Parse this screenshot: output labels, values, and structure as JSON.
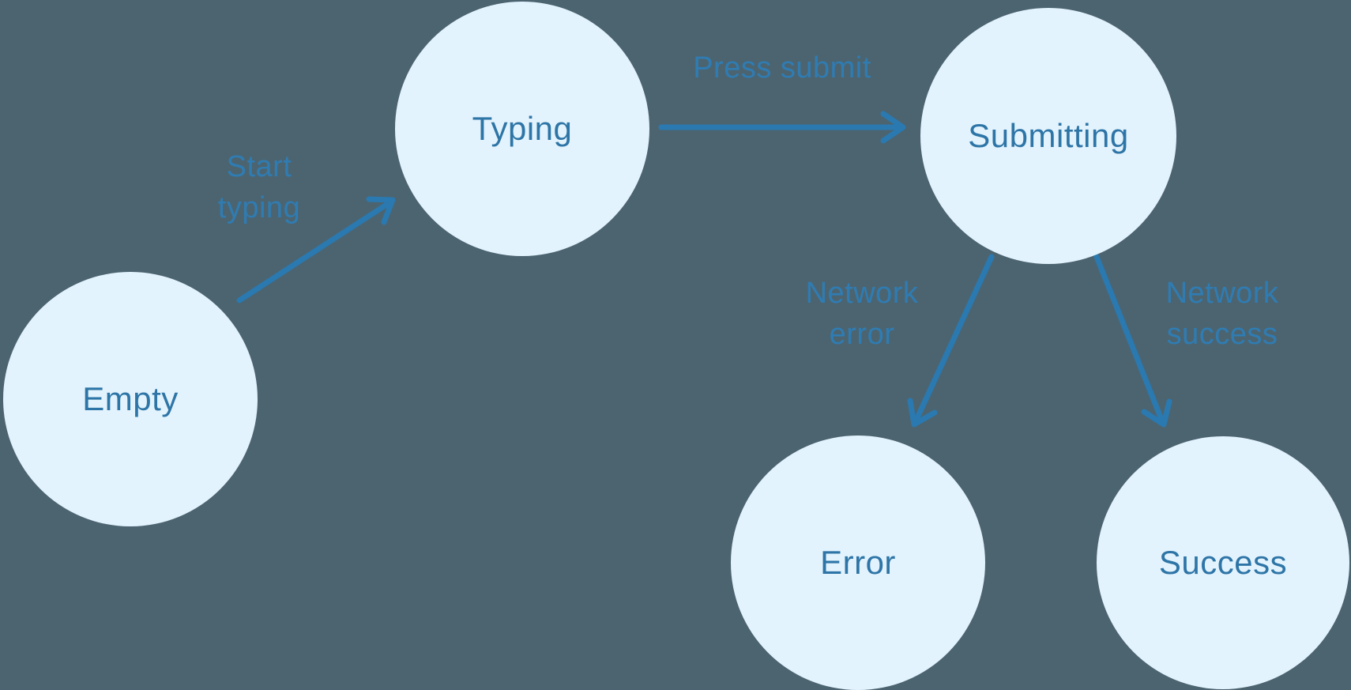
{
  "diagram": {
    "type": "state-machine",
    "states": [
      {
        "id": "empty",
        "label": "Empty"
      },
      {
        "id": "typing",
        "label": "Typing"
      },
      {
        "id": "submitting",
        "label": "Submitting"
      },
      {
        "id": "error",
        "label": "Error"
      },
      {
        "id": "success",
        "label": "Success"
      }
    ],
    "transitions": [
      {
        "id": "start-typing",
        "from": "empty",
        "to": "typing",
        "label": "Start\ntyping"
      },
      {
        "id": "press-submit",
        "from": "typing",
        "to": "submitting",
        "label": "Press submit"
      },
      {
        "id": "network-error",
        "from": "submitting",
        "to": "error",
        "label": "Network\nerror"
      },
      {
        "id": "network-success",
        "from": "submitting",
        "to": "success",
        "label": "Network\nsuccess"
      }
    ],
    "colors": {
      "bg": "#4c6470",
      "node_fill": "#e2f3fd",
      "node_text": "#2e75a7",
      "edge_label": "#2f7cb3",
      "arrow": "#2a79b0"
    }
  }
}
